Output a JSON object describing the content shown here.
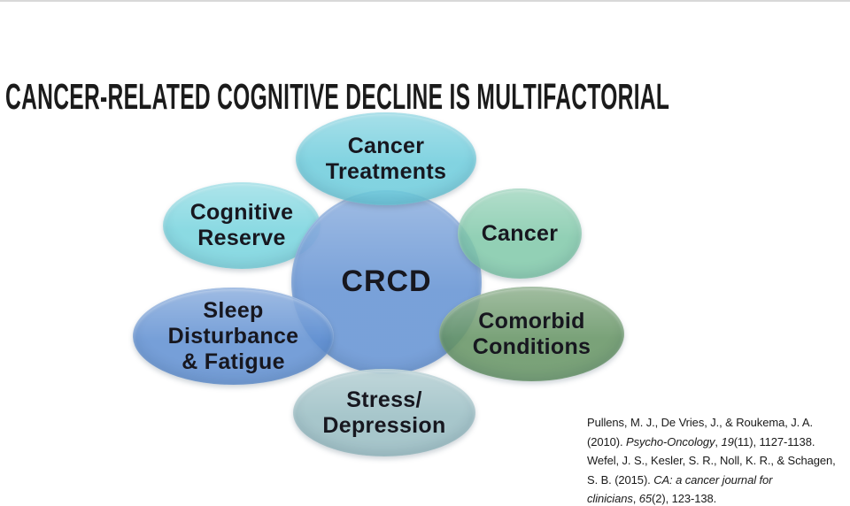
{
  "page": {
    "background": "#ffffff",
    "top_border_color": "#d8d8d8"
  },
  "title": {
    "text": "CANCER-RELATED COGNITIVE DECLINE IS MULTIFACTORIAL",
    "color": "#1b1b1b"
  },
  "diagram": {
    "center": {
      "label": "CRCD",
      "color": "#6795d4e6"
    },
    "nodes": [
      {
        "id": "cancer-treatments",
        "label": "Cancer\nTreatments",
        "color": "#68cadbd9"
      },
      {
        "id": "cognitive-reserve",
        "label": "Cognitive\nReserve",
        "color": "#74d2ddd9"
      },
      {
        "id": "cancer",
        "label": "Cancer",
        "color": "#7dc7a7d9"
      },
      {
        "id": "sleep-disturbance-fatigue",
        "label": "Sleep\nDisturbance\n& Fatigue",
        "color": "#5e8fd1de"
      },
      {
        "id": "comorbid-conditions",
        "label": "Comorbid\nConditions",
        "color": "#649363e0"
      },
      {
        "id": "stress-depression",
        "label": "Stress/\nDepression",
        "color": "#98bcc2de"
      }
    ],
    "label_text_color": "#17171f"
  },
  "citation": {
    "lines": [
      [
        {
          "text": "Pullens, M. J., De Vries, J., & Roukema, J. A.",
          "italic": false
        }
      ],
      [
        {
          "text": "(2010). ",
          "italic": false
        },
        {
          "text": "Psycho-Oncology",
          "italic": true
        },
        {
          "text": ", ",
          "italic": false
        },
        {
          "text": "19",
          "italic": true
        },
        {
          "text": "(11), 1127-1138.",
          "italic": false
        }
      ],
      [
        {
          "text": "Wefel, J. S., Kesler, S. R., Noll, K. R., & Schagen,",
          "italic": false
        }
      ],
      [
        {
          "text": "S. B. (2015).  ",
          "italic": false
        },
        {
          "text": "CA: a cancer journal for",
          "italic": true
        }
      ],
      [
        {
          "text": "clinicians",
          "italic": true
        },
        {
          "text": ", ",
          "italic": false
        },
        {
          "text": "65",
          "italic": true
        },
        {
          "text": "(2), 123-138.",
          "italic": false
        }
      ]
    ]
  }
}
